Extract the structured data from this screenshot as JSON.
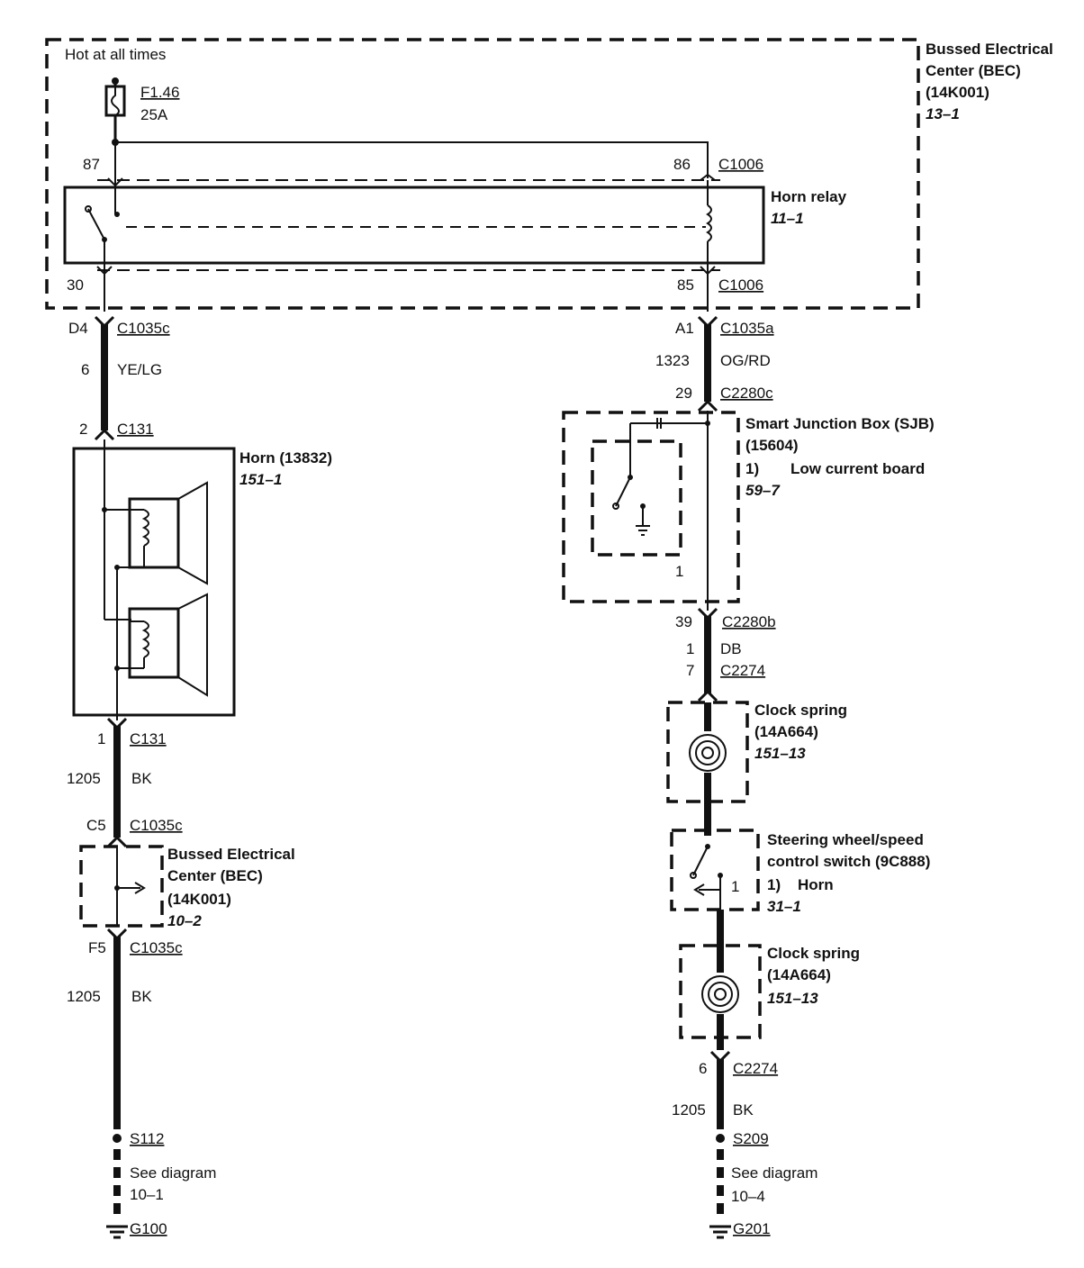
{
  "top": {
    "hot_label": "Hot at all times",
    "fuse_id": "F1.46",
    "fuse_rating": "25A",
    "bec_title_1": "Bussed Electrical",
    "bec_title_2": "Center (BEC)",
    "bec_part": "(14K001)",
    "bec_ref": "13–1"
  },
  "relay": {
    "pin_87": "87",
    "pin_86": "86",
    "pin_30": "30",
    "pin_85": "85",
    "conn_top": "C1006",
    "conn_bottom": "C1006",
    "name": "Horn relay",
    "ref": "11–1"
  },
  "left_circuit": {
    "d4": "D4",
    "c1035c_a": "C1035c",
    "circuit_6": "6",
    "color_yelg": "YE/LG",
    "pin_2": "2",
    "c131_top": "C131",
    "horn_name": "Horn (13832)",
    "horn_ref": "151–1",
    "pin_1": "1",
    "c131_bottom": "C131",
    "circuit_1205_a": "1205",
    "color_bk_a": "BK",
    "c5": "C5",
    "c1035c_b": "C1035c",
    "bec2_title_1": "Bussed Electrical",
    "bec2_title_2": "Center (BEC)",
    "bec2_part": "(14K001)",
    "bec2_ref": "10–2",
    "f5": "F5",
    "c1035c_c": "C1035c",
    "circuit_1205_b": "1205",
    "color_bk_b": "BK",
    "splice": "S112",
    "see_diagram": "See diagram",
    "see_ref": "10–1",
    "ground": "G100"
  },
  "right_circuit": {
    "a1": "A1",
    "c1035a": "C1035a",
    "circuit_1323": "1323",
    "color_ogrd": "OG/RD",
    "pin_29": "29",
    "c2280c": "C2280c",
    "sjb_name": "Smart Junction Box (SJB)",
    "sjb_part": "(15604)",
    "sjb_note_num": "1)",
    "sjb_note": "Low current board",
    "sjb_ref": "59–7",
    "sjb_inner_1": "1",
    "pin_39": "39",
    "c2280b": "C2280b",
    "circuit_1": "1",
    "color_db": "DB",
    "pin_7": "7",
    "c2274_top": "C2274",
    "clock1_name": "Clock spring",
    "clock1_part": "(14A664)",
    "clock1_ref": "151–13",
    "switch_name_1": "Steering wheel/speed",
    "switch_name_2": "control switch (9C888)",
    "switch_note_num": "1)",
    "switch_note": "Horn",
    "switch_ref": "31–1",
    "switch_inner_1": "1",
    "clock2_name": "Clock spring",
    "clock2_part": "(14A664)",
    "clock2_ref": "151–13",
    "pin_6": "6",
    "c2274_bottom": "C2274",
    "circuit_1205": "1205",
    "color_bk": "BK",
    "splice": "S209",
    "see_diagram": "See diagram",
    "see_ref": "10–4",
    "ground": "G201"
  }
}
